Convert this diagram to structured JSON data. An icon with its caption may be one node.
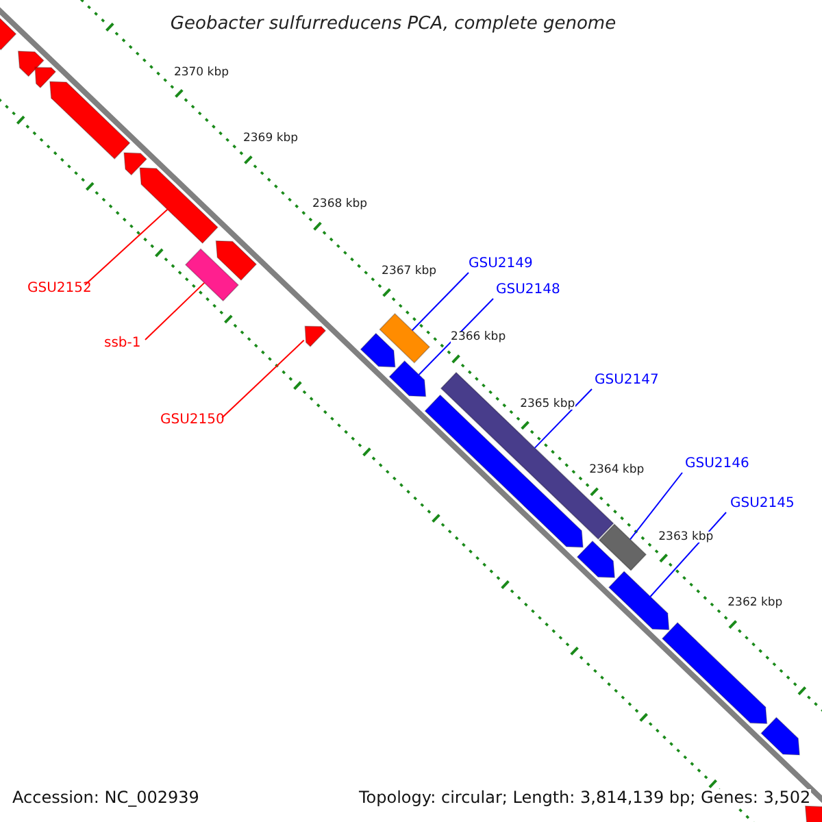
{
  "diagram": {
    "title": "Geobacter sulfurreducens PCA, complete genome",
    "nodes": [
      {
        "text": [
          "GSU2152"
        ]
      },
      {
        "text": [
          "ssb-1"
        ]
      },
      {
        "text": [
          "GSU2150"
        ]
      },
      {
        "text": [
          "GSU2149"
        ]
      },
      {
        "text": [
          "GSU2148"
        ]
      },
      {
        "text": [
          "GSU2147"
        ]
      },
      {
        "text": [
          "GSU2146"
        ]
      },
      {
        "text": [
          "GSU2145"
        ]
      },
      {
        "text": [],
        "shape": "arrow"
      },
      {
        "text": [],
        "shape": "arrow"
      },
      {
        "text": [],
        "shape": "arrow"
      },
      {
        "text": [],
        "shape": "arrow"
      },
      {
        "text": [],
        "shape": "arrow"
      },
      {
        "text": [],
        "shape": "arrow"
      },
      {
        "text": [],
        "shape": "box"
      },
      {
        "text": [],
        "shape": "arrow"
      },
      {
        "text": [],
        "shape": "arrow"
      },
      {
        "text": [],
        "shape": "arrow"
      },
      {
        "text": [],
        "shape": "box"
      },
      {
        "text": [],
        "shape": "arrow"
      },
      {
        "text": [],
        "shape": "box"
      },
      {
        "text": [],
        "shape": "arrow"
      },
      {
        "text": [],
        "shape": "arrow"
      },
      {
        "text": [],
        "shape": "box"
      },
      {
        "text": [],
        "shape": "arrow"
      },
      {
        "text": [],
        "shape": "arrow"
      },
      {
        "text": [],
        "shape": "arrow"
      },
      {
        "text": [],
        "shape": "arrow"
      }
    ],
    "edges": [
      {
        "from": 0,
        "to": 13,
        "arrow": "none",
        "color": "#ff0000"
      },
      {
        "from": 1,
        "to": 14,
        "arrow": "none",
        "color": "#ff0000"
      },
      {
        "from": 2,
        "to": 16,
        "arrow": "none",
        "color": "#ff0000"
      },
      {
        "from": 3,
        "to": 18,
        "arrow": "none"
      },
      {
        "from": 4,
        "to": 19,
        "arrow": "none"
      },
      {
        "from": 5,
        "to": 20,
        "arrow": "none"
      },
      {
        "from": 6,
        "to": 23,
        "arrow": "none"
      },
      {
        "from": 7,
        "to": 24,
        "arrow": "none"
      }
    ],
    "labels": [
      "2370 kbp",
      "2369 kbp",
      "2368 kbp",
      "2367 kbp",
      "2366 kbp",
      "2365 kbp",
      "2364 kbp",
      "2363 kbp",
      "2362 kbp",
      "Accession: NC_002939",
      "Topology: circular; Length: 3,814,139 bp; Genes: 3,502"
    ]
  }
}
